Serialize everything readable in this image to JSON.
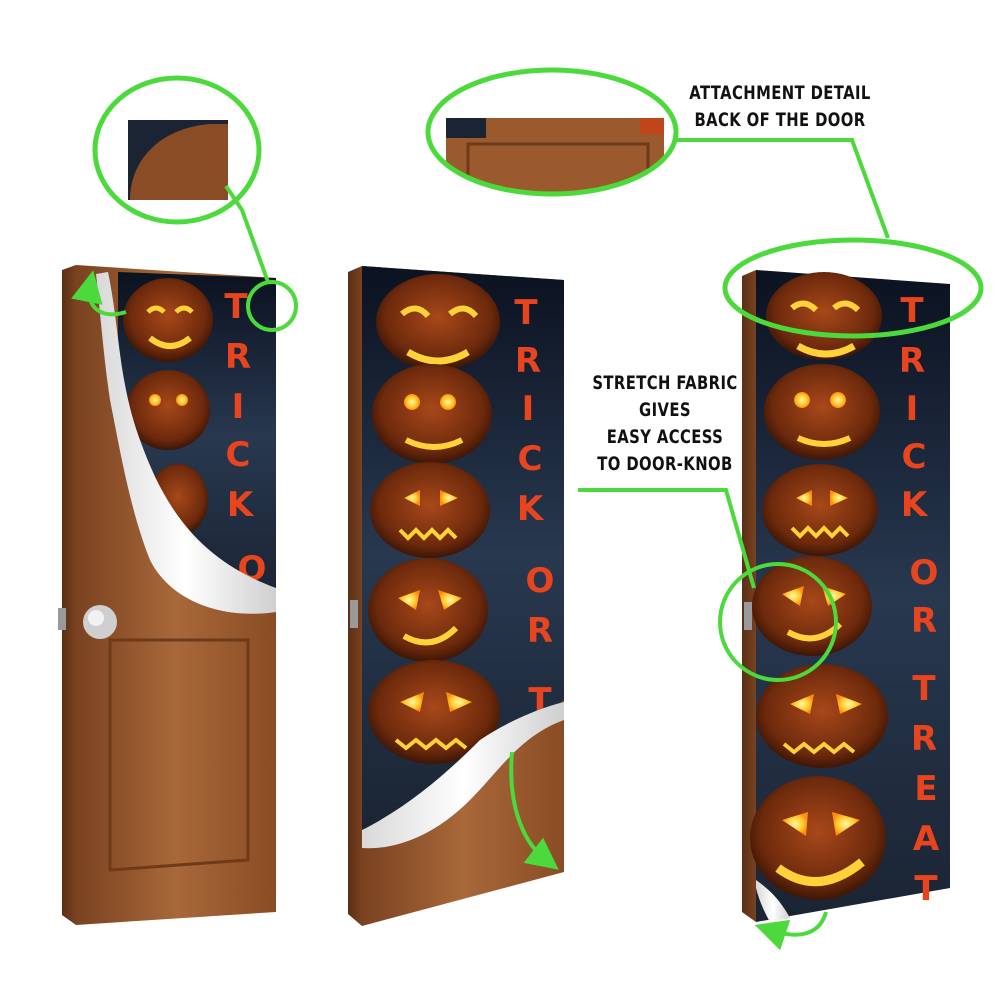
{
  "callouts": {
    "attachment": {
      "line1": "ATTACHMENT DETAIL",
      "line2": "BACK OF THE DOOR"
    },
    "stretch": {
      "line1": "STRETCH FABRIC",
      "line2": "GIVES",
      "line3": "EASY ACCESS",
      "line4": "TO DOOR-KNOB"
    }
  },
  "banner": {
    "text_full": "TRICK OR TREAT",
    "text_left": "TRICKO",
    "text_middle": "TRICKORTR"
  },
  "colors": {
    "highlight_green": "#4cd93c",
    "door_wood": "#9a5a2e",
    "banner_text": "#e8451e",
    "pumpkin_glow": "#ffd23a"
  },
  "icons": {
    "arrow": "curved-arrow-icon",
    "pumpkin": "jack-o-lantern-icon",
    "knob": "door-knob-icon"
  }
}
